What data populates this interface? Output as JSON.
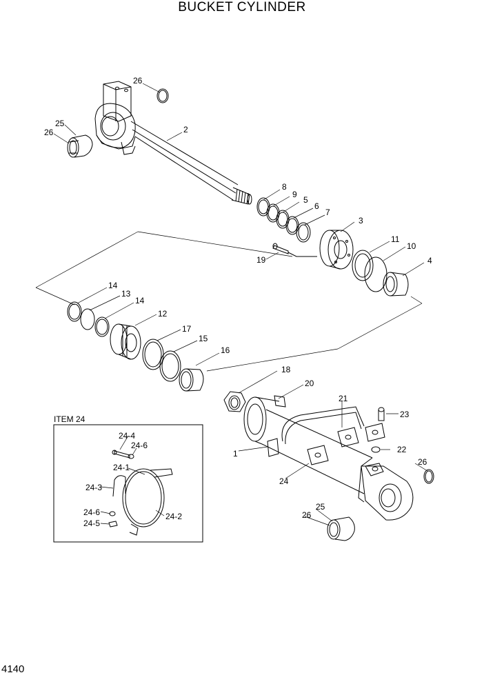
{
  "title": "BUCKET CYLINDER",
  "page_number": "4140",
  "item_group_label": "ITEM 24",
  "callouts": [
    "26",
    "25",
    "26",
    "2",
    "8",
    "9",
    "5",
    "6",
    "7",
    "3",
    "19",
    "11",
    "10",
    "4",
    "14",
    "13",
    "14",
    "12",
    "17",
    "15",
    "16",
    "18",
    "20",
    "21",
    "23",
    "1",
    "22",
    "26",
    "24",
    "25",
    "26",
    "24-4",
    "24-6",
    "24-1",
    "24-3",
    "24-6",
    "24-5",
    "24-2"
  ]
}
